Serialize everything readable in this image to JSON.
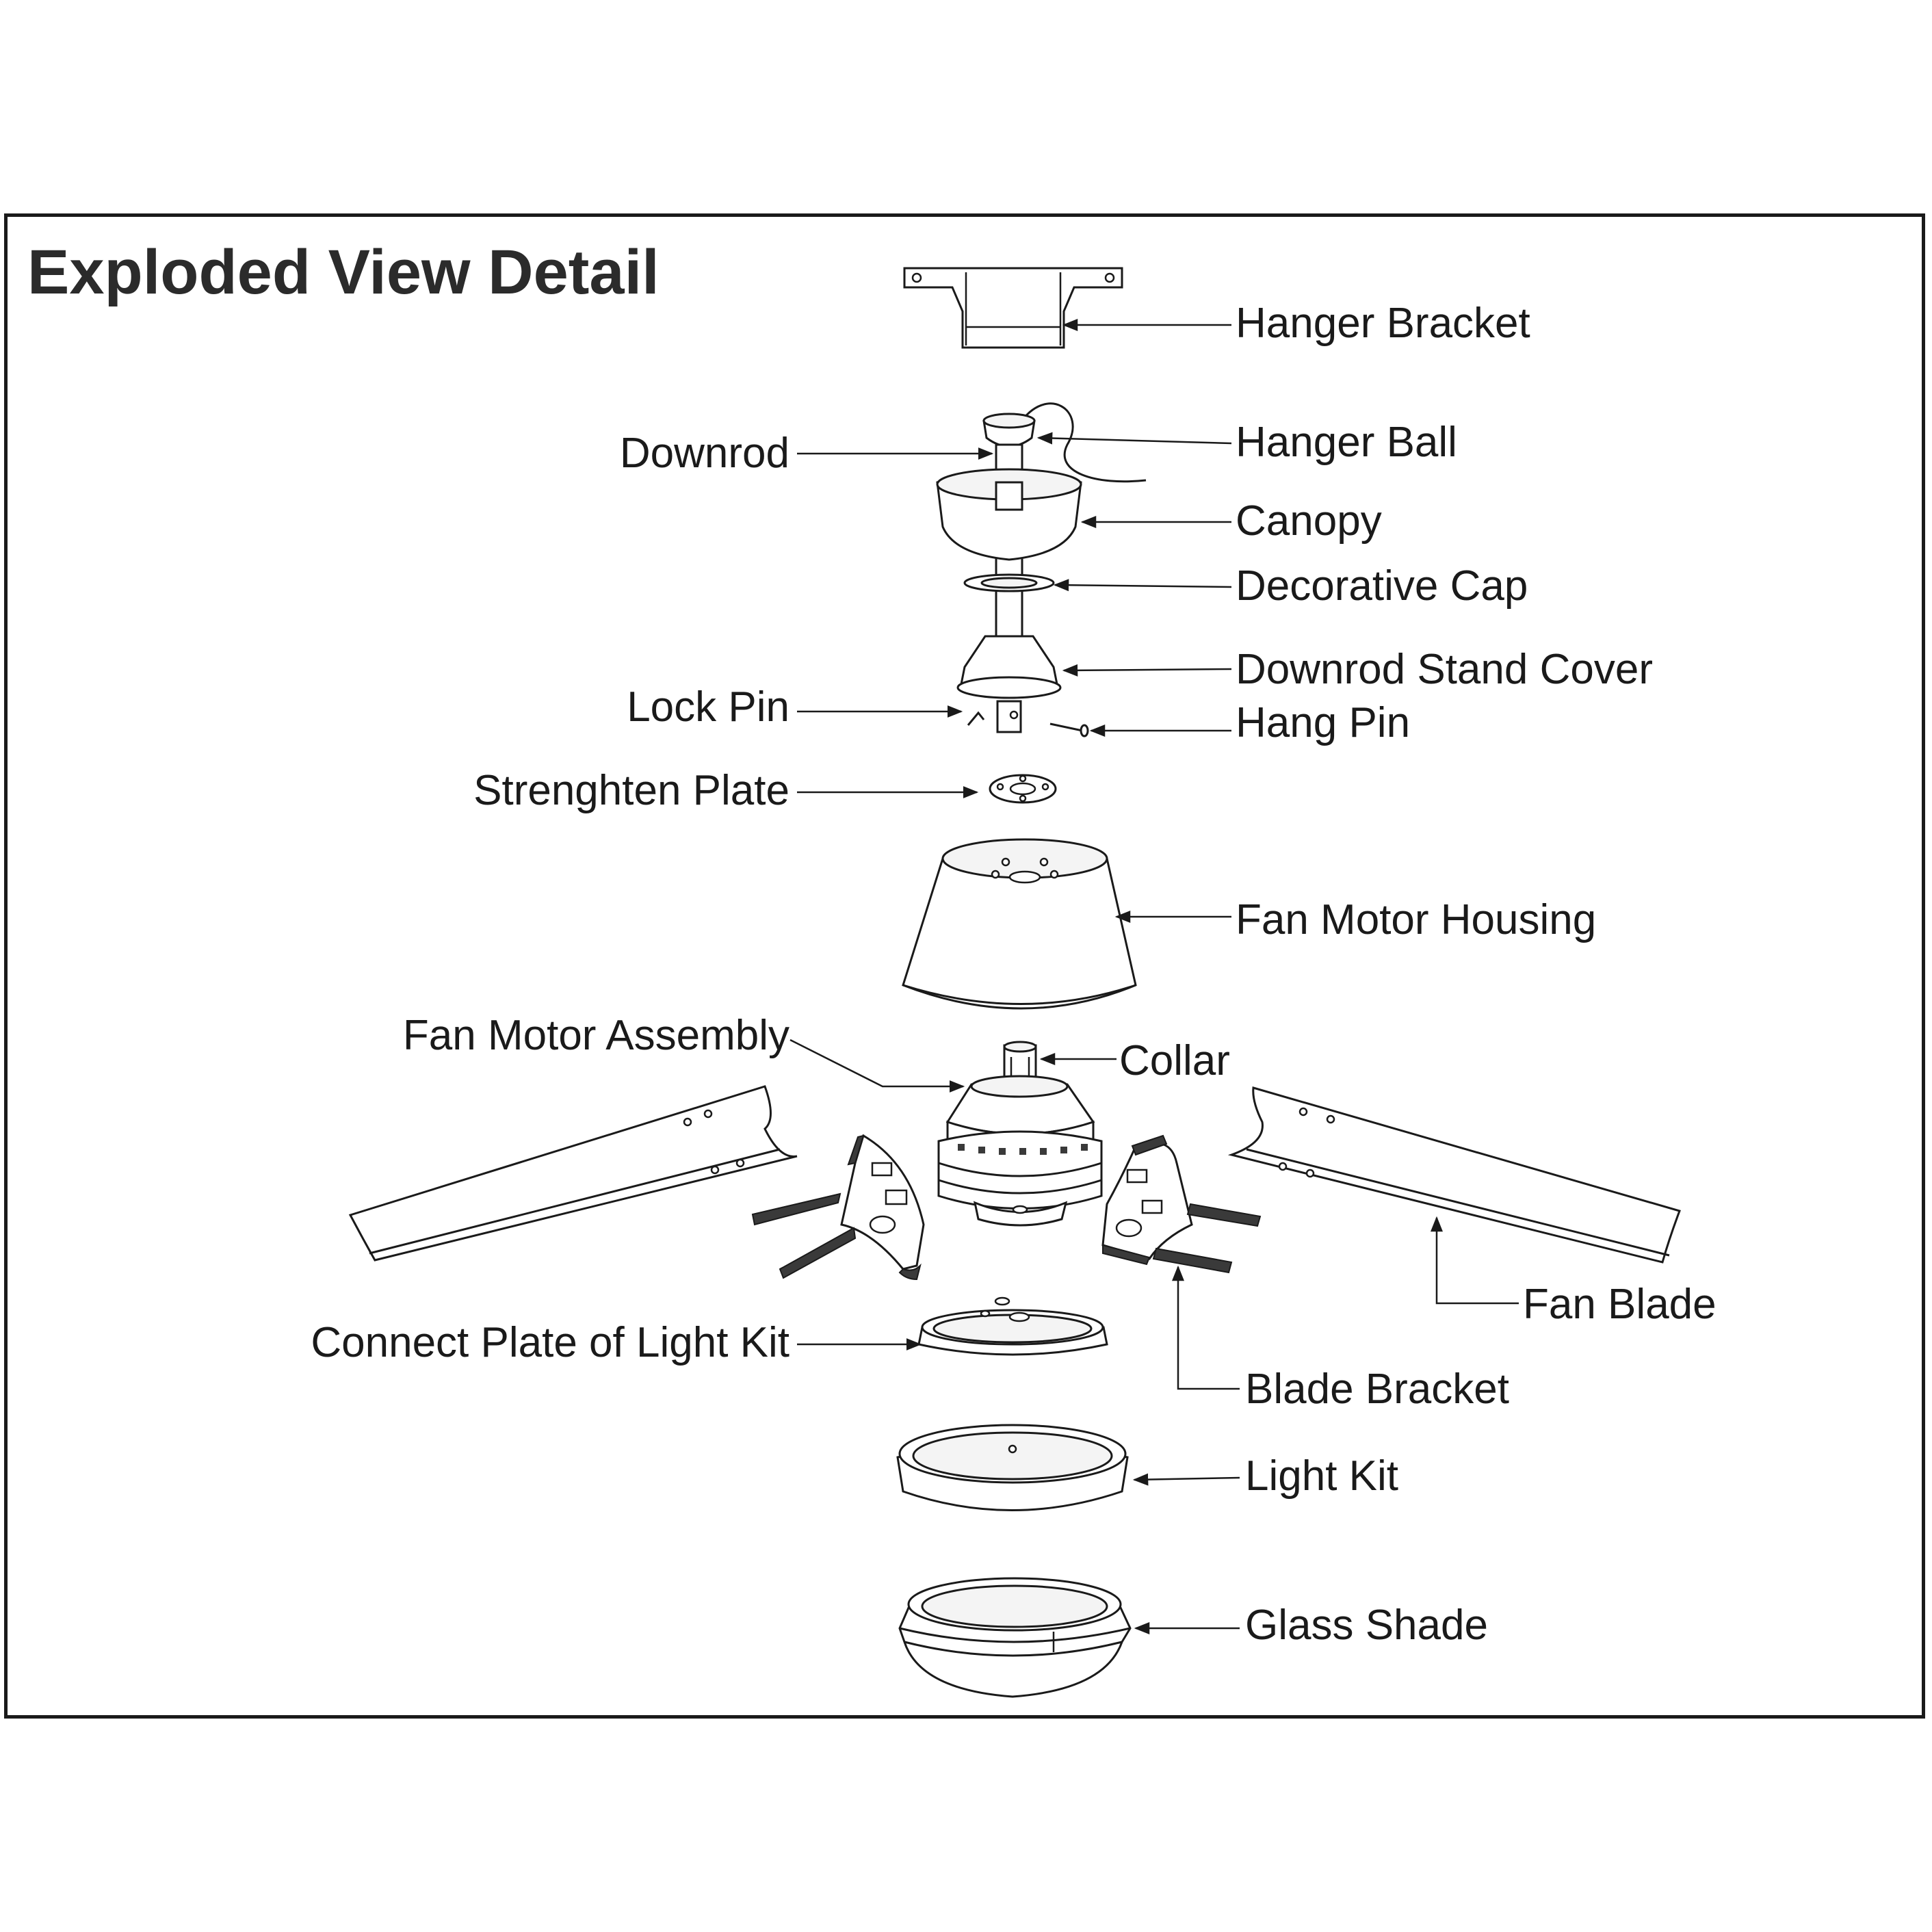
{
  "title": "Exploded View Detail",
  "labels": {
    "hanger_bracket": "Hanger Bracket",
    "hanger_ball": "Hanger Ball",
    "downrod": "Downrod",
    "canopy": "Canopy",
    "decorative_cap": "Decorative Cap",
    "downrod_stand_cover": "Downrod Stand Cover",
    "lock_pin": "Lock Pin",
    "hang_pin": "Hang Pin",
    "strenghten_plate": "Strenghten Plate",
    "fan_motor_housing": "Fan Motor Housing",
    "fan_motor_assembly": "Fan Motor Assembly",
    "collar": "Collar",
    "fan_blade": "Fan Blade",
    "connect_plate": "Connect Plate of Light Kit",
    "blade_bracket": "Blade Bracket",
    "light_kit": "Light Kit",
    "glass_shade": "Glass Shade"
  }
}
